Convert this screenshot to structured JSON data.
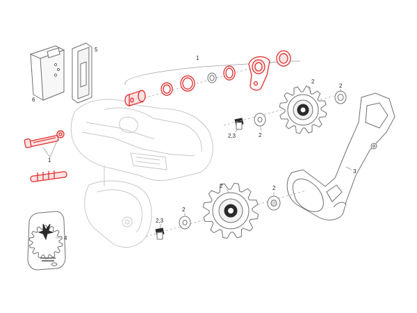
{
  "colors": {
    "accent": "#e03a3a",
    "line": "#6d6d6d",
    "ghost": "#c6c6c6"
  },
  "callouts": {
    "c1_top": "1",
    "c1_left": "1",
    "c2_pulley_top": "2",
    "c2_washer_top_right": "2",
    "c2_washer_mid": "2",
    "c2_washer_lower": "2",
    "c2_pulley_lower": "2",
    "c23_upper": "2,3",
    "c23_lower": "2,3",
    "c3": "3",
    "c4": "4",
    "c5": "5",
    "c6": "6"
  }
}
